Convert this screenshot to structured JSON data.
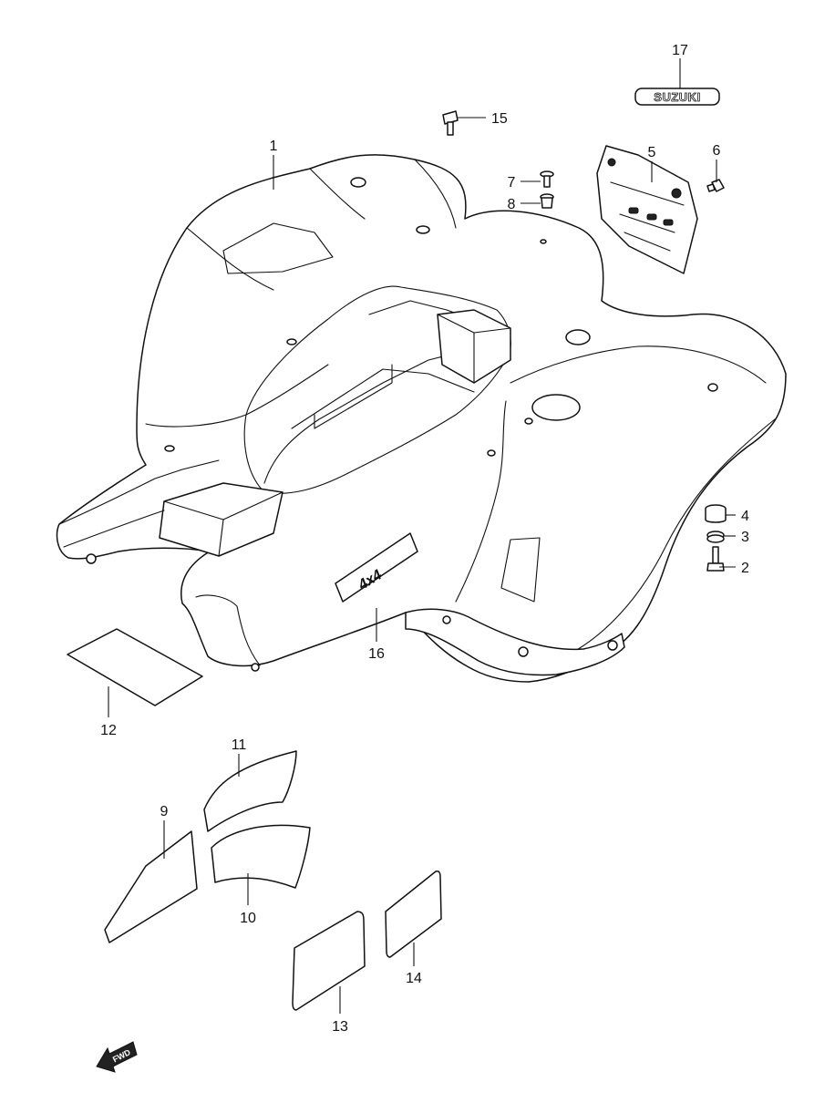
{
  "callouts": {
    "p1": "1",
    "p2": "2",
    "p3": "3",
    "p4": "4",
    "p5": "5",
    "p6": "6",
    "p7": "7",
    "p8": "8",
    "p9": "9",
    "p10": "10",
    "p11": "11",
    "p12": "12",
    "p13": "13",
    "p14": "14",
    "p15": "15",
    "p16": "16",
    "p17": "17"
  },
  "emblem_text": "SUZUKI",
  "fender_logo_text": "4x4",
  "fwd_label": "FWD"
}
